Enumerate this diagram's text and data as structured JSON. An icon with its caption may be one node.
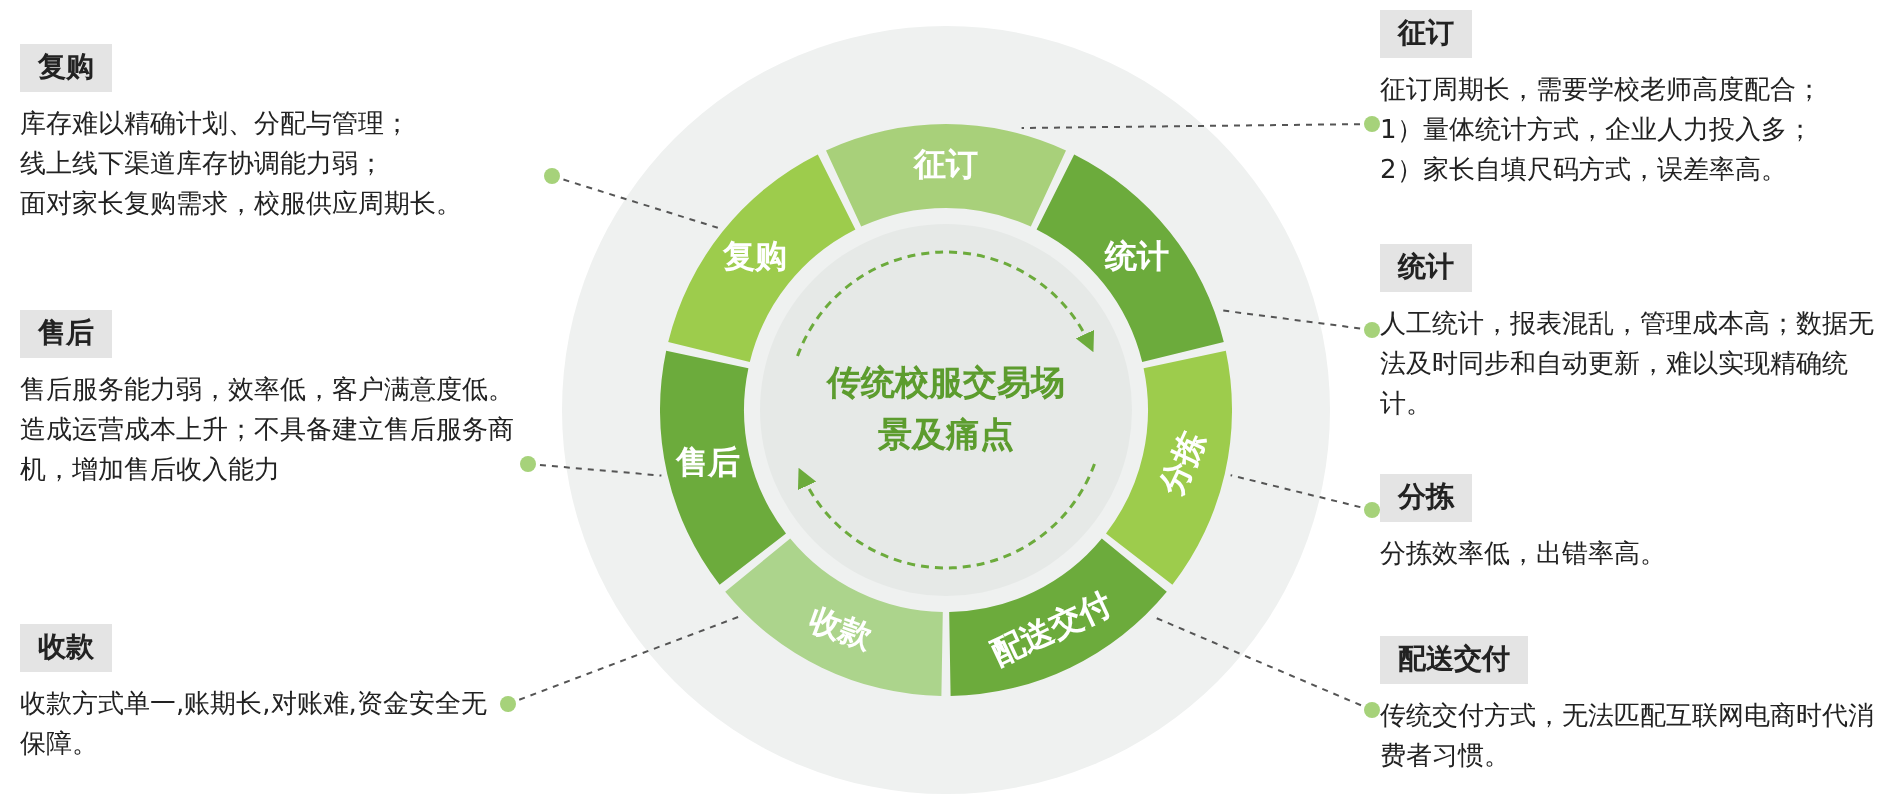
{
  "diagram": {
    "nodes": [
      {
        "text": [
          "复购",
          "库存难以精确计划、分配与管理；",
          "线上线下渠道库存协调能力弱；",
          "面对家长复购需求，校服供应周期长。"
        ]
      },
      {
        "text": [
          "售后",
          "售后服务能力弱，效率低，客户满意度低。造成运营成本上升；不具备建立售后服务商机，增加售后收入能力"
        ]
      },
      {
        "text": [
          "收款",
          "收款方式单一,账期长,对账难,资金安全无保障。"
        ]
      },
      {
        "text": [
          "传统校服交易场景及痛点"
        ]
      },
      {
        "text": [
          "征订"
        ]
      },
      {
        "text": [
          "统计"
        ]
      },
      {
        "text": [
          "分拣"
        ]
      },
      {
        "text": [
          "配送交付"
        ]
      },
      {
        "text": [
          "收款"
        ]
      },
      {
        "text": [
          "售后"
        ]
      },
      {
        "text": [
          "复购"
        ]
      },
      {
        "text": [
          "征订",
          "征订周期长，需要学校老师高度配合；",
          "1）量体统计方式，企业人力投入多；",
          "2）家长自填尺码方式，误差率高。"
        ]
      },
      {
        "text": [
          "统计",
          "人工统计，报表混乱，管理成本高；数据无法及时同步和自动更新，难以实现精确统计。"
        ]
      },
      {
        "text": [
          "分拣",
          "分拣效率低，出错率高。"
        ]
      },
      {
        "text": [
          "配送交付",
          "传统交付方式，无法匹配互联网电商时代消费者习惯。"
        ]
      }
    ],
    "edges": [
      {
        "from": 0,
        "to": 10,
        "arrow": "other",
        "style": "dashed"
      },
      {
        "from": 1,
        "to": 9,
        "arrow": "other",
        "style": "dashed"
      },
      {
        "from": 2,
        "to": 8,
        "arrow": "other",
        "style": "dashed"
      },
      {
        "from": 11,
        "to": 4,
        "arrow": "other",
        "style": "dashed"
      },
      {
        "from": 12,
        "to": 5,
        "arrow": "other",
        "style": "dashed"
      },
      {
        "from": 13,
        "to": 6,
        "arrow": "other",
        "style": "dashed"
      },
      {
        "from": 14,
        "to": 7,
        "arrow": "other",
        "style": "dashed"
      }
    ]
  }
}
